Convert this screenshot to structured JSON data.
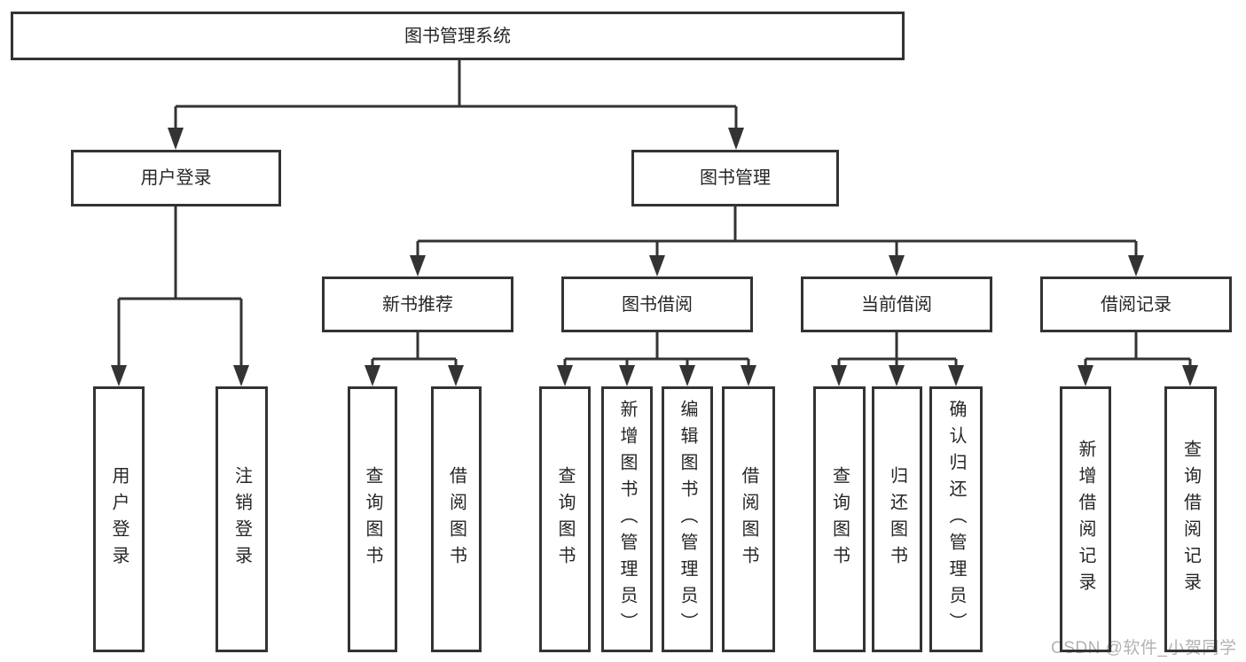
{
  "diagram": {
    "title": "图书管理系统",
    "user_login": {
      "label": "用户登录",
      "children": {
        "login": "用户登录",
        "logout": "注销登录"
      }
    },
    "book_mgmt": {
      "label": "图书管理",
      "sections": {
        "new_book": {
          "label": "新书推荐",
          "children": {
            "query": "查询图书",
            "borrow": "借阅图书"
          }
        },
        "book_borrow": {
          "label": "图书借阅",
          "children": {
            "query": "查询图书",
            "add": "新增图书（管理员）",
            "edit": "编辑图书（管理员）",
            "borrow": "借阅图书"
          }
        },
        "current_borrow": {
          "label": "当前借阅",
          "children": {
            "query": "查询图书",
            "return": "归还图书",
            "confirm": "确认归还（管理员）"
          }
        },
        "borrow_record": {
          "label": "借阅记录",
          "children": {
            "add": "新增借阅记录",
            "query": "查询借阅记录"
          }
        }
      }
    },
    "colors": {
      "line": "#333333",
      "text": "#262626",
      "watermark": "#b3b3b3",
      "background": "#ffffff"
    }
  },
  "watermark": {
    "text": "CSDN @软件_小贺同学"
  }
}
